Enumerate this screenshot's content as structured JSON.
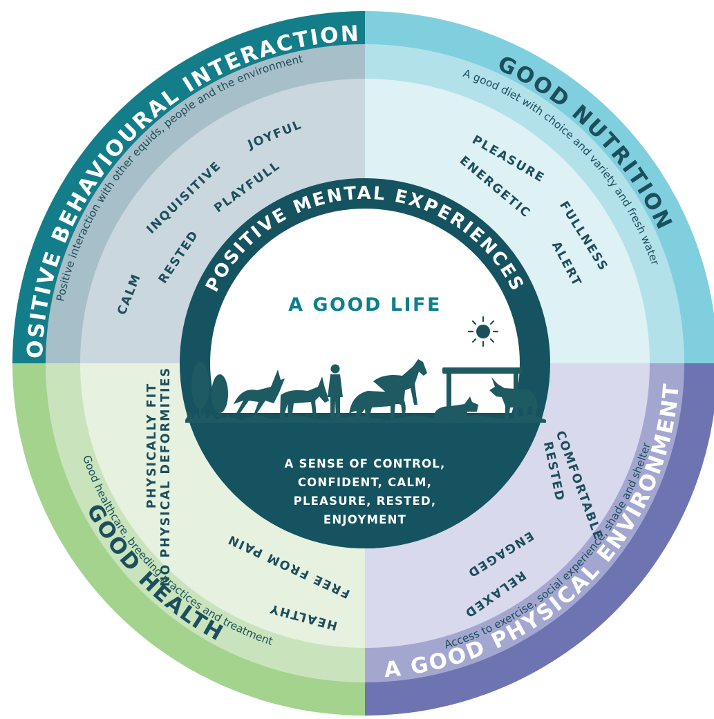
{
  "colors": {
    "tl_outer": "#137e8a",
    "tl_mid": "#a7bfc9",
    "tl_inner": "#cbd7de",
    "tr_outer": "#80cfdf",
    "tr_mid": "#b3e1ea",
    "tr_inner": "#def1f5",
    "bl_outer": "#a3d38d",
    "bl_mid": "#c9e4bc",
    "bl_inner": "#e6f1df",
    "br_outer": "#6d74b1",
    "br_mid": "#a3a7d0",
    "br_inner": "#d8d9ec",
    "center_ring": "#14535f",
    "text_dark": "#1d4e5c",
    "accent_teal": "#0e7f8c"
  },
  "quadrants": {
    "top_left": {
      "title": "POSITIVE BEHAVIOURAL INTERACTIONS",
      "subtitle": "Positive interaction with other equids, people and the environment",
      "words": [
        "CALM",
        "INQUISITIVE",
        "JOYFUL",
        "RESTED",
        "PLAYFULL"
      ]
    },
    "top_right": {
      "title": "GOOD NUTRITION",
      "subtitle": "A good diet with choice and variety and fresh water",
      "words": [
        "PLEASURE",
        "ENERGETIC",
        "FULLNESS",
        "ALERT"
      ]
    },
    "bottom_left": {
      "title": "GOOD HEALTH",
      "subtitle": "Good healthcare, breeding practices and treatment",
      "words": [
        "NO PHYSICAL DEFORMITIES",
        "PHYSICALLY FIT",
        "FREE FROM PAIN",
        "HEALTHY"
      ]
    },
    "bottom_right": {
      "title": "A GOOD PHYSICAL ENVIRONMENT",
      "subtitle": "Access to exercise, social experience, shade and shelter",
      "words": [
        "COMFORTABLE",
        "RESTED",
        "ENGAGED",
        "RELAXED"
      ]
    }
  },
  "center": {
    "ring_title": "POSITIVE MENTAL EXPERIENCES",
    "headline": "A GOOD LIFE",
    "sense_lines": [
      "A SENSE OF CONTROL,",
      "CONFIDENT, CALM,",
      "PLEASURE, RESTED,",
      "ENJOYMENT"
    ],
    "illustration_icons": [
      "tree-icon",
      "donkey-icon",
      "horse-icon",
      "person-icon",
      "shelter-icon",
      "sun-icon"
    ]
  }
}
